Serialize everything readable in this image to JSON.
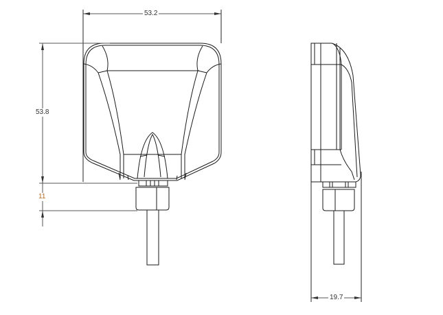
{
  "drawing": {
    "title": "Antenna technical drawing - front and side views",
    "line_color": "#1a1a1a",
    "dimension_line_color": "#555555",
    "dimensions": {
      "width_front": {
        "value": "53.2",
        "unit": "mm"
      },
      "height_front": {
        "value": "53.8",
        "unit": "mm"
      },
      "connector_length": {
        "value": "11",
        "unit": "mm"
      },
      "depth_side": {
        "value": "19.7",
        "unit": "mm"
      }
    },
    "views": [
      "front-view",
      "side-view"
    ]
  }
}
